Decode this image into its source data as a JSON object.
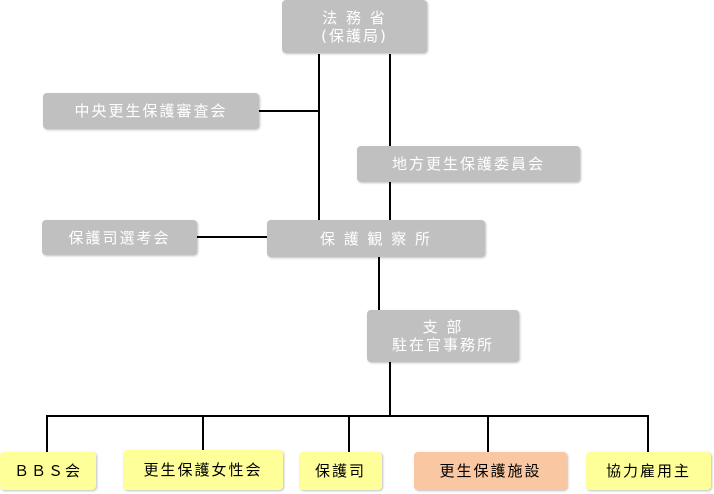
{
  "colors": {
    "grey_box": "#c0c0c0",
    "grey_text": "#ffffff",
    "yellow_box": "#ffff99",
    "highlight_box": "#f9c7a1",
    "connector": "#000000"
  },
  "nodes": {
    "ministry": "法 務 省\n(保護局)",
    "central_council": "中央更生保護審査会",
    "regional_board": "地方更生保護委員会",
    "volunteer_selection": "保護司選考会",
    "probation_office": "保 護 観 察 所",
    "branch_office": "支 部\n駐在官事務所",
    "bbs": "ＢＢＳ会",
    "womens_association": "更生保護女性会",
    "volunteer_pp": "保護司",
    "rehab_facility": "更生保護施設",
    "cooperating_employer": "協力雇用主"
  }
}
